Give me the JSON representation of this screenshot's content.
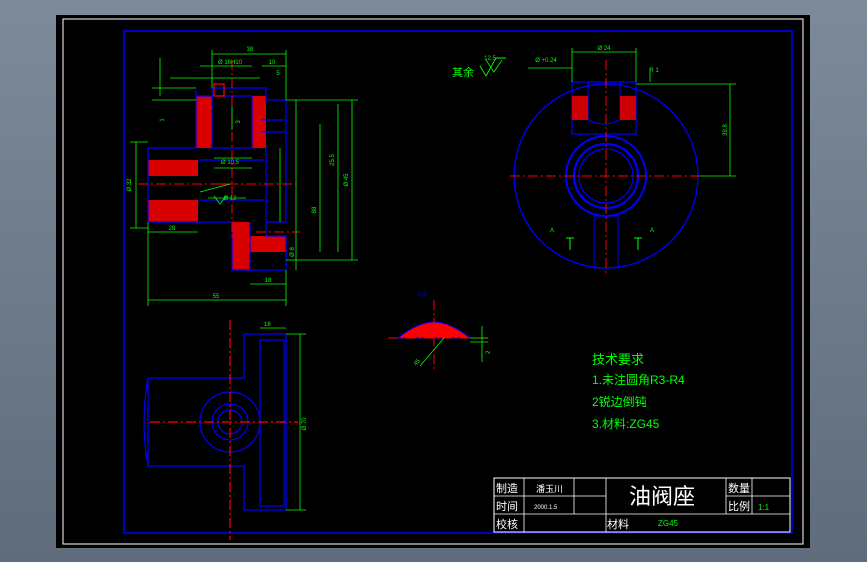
{
  "colors": {
    "background": "#000000",
    "outer_frame": "#ffffff",
    "inner_frame": "#0000ff",
    "outline": "#0000ff",
    "dimension": "#00ff00",
    "centerline": "#ff0000",
    "hatch": "#ff0000",
    "annotation": "#00ff00",
    "text_white": "#ffffff"
  },
  "drawing": {
    "surface_note": "其余",
    "roughness_top": "12.5",
    "roughness_left": "12.5",
    "section_label": "A-A",
    "section_marks": [
      "A",
      "A"
    ]
  },
  "dims": {
    "top_width": "38",
    "hole_dia": "Ø 16H10",
    "w10": "10",
    "d5": "5",
    "h1": "1",
    "h3": "3",
    "d105": "Ø 10.5",
    "d12": "Ø 12",
    "d32": "Ø 32",
    "d45": "Ø 45",
    "r255": "25.5",
    "d8": "Ø 8",
    "l88": "88",
    "l28": "28",
    "l55": "55",
    "l18": "18",
    "l16": "16",
    "d70": "Ø 70",
    "plan_d24": "Ø 24",
    "plan_h": "39.8",
    "plan_tol": "Ø +0.24",
    "plan_r": "R 1",
    "sec_18": "18",
    "sec_2": "2",
    "sec_45": "45"
  },
  "tech": {
    "title": "技术要求",
    "items": [
      "1.未注圆角R3-R4",
      "2锐边倒钝",
      "3.材料:ZG45"
    ]
  },
  "titleblock": {
    "made_label": "制造",
    "maker": "潘玉川",
    "time_label": "时间",
    "date": "2000.1.5",
    "check_label": "校核",
    "part_name": "油阀座",
    "qty_label": "数量",
    "scale_label": "比例",
    "scale_value": "1:1",
    "material_label": "材料",
    "material_value": "ZG45"
  }
}
